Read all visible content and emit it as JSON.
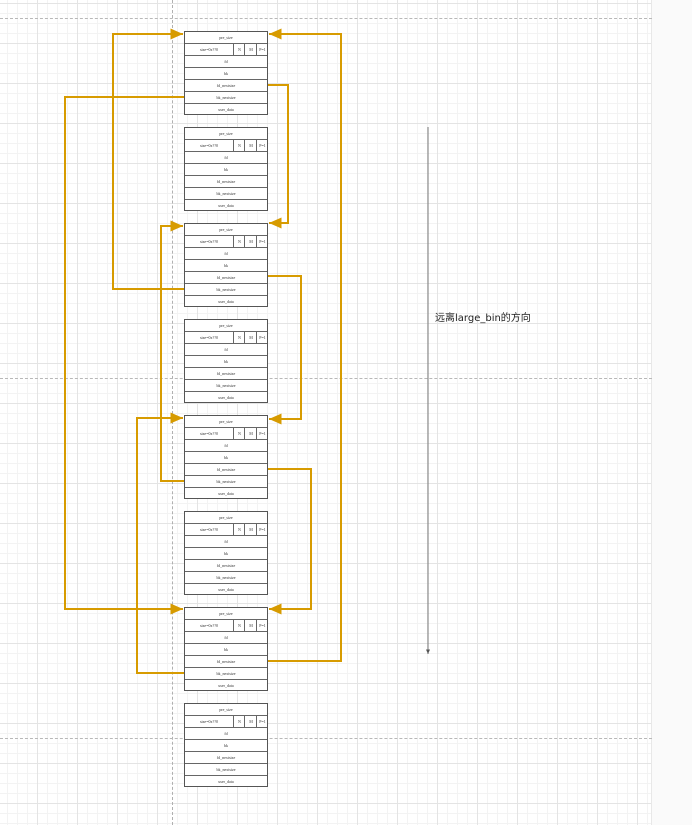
{
  "direction_label": "远离large_bin的方向",
  "chunks": [
    {
      "prev_size": "pre_size",
      "size": "size=0x??0",
      "flag_n": "N",
      "flag_m": "M",
      "flag_p": "P=1",
      "fd": "fd",
      "bk": "bk",
      "fd_nextsize": "fd_nextsize",
      "bk_nextsize": "bk_nextsize",
      "user_data": "user_data"
    },
    {
      "prev_size": "pre_size",
      "size": "size=0x??0",
      "flag_n": "N",
      "flag_m": "M",
      "flag_p": "P=1",
      "fd": "fd",
      "bk": "bk",
      "fd_nextsize": "fd_nextsize",
      "bk_nextsize": "bk_nextsize",
      "user_data": "user_data"
    },
    {
      "prev_size": "pre_size",
      "size": "size=0x??0",
      "flag_n": "N",
      "flag_m": "M",
      "flag_p": "P=1",
      "fd": "fd",
      "bk": "bk",
      "fd_nextsize": "fd_nextsize",
      "bk_nextsize": "bk_nextsize",
      "user_data": "user_data"
    },
    {
      "prev_size": "pre_size",
      "size": "size=0x??0",
      "flag_n": "N",
      "flag_m": "M",
      "flag_p": "P=1",
      "fd": "fd",
      "bk": "bk",
      "fd_nextsize": "fd_nextsize",
      "bk_nextsize": "bk_nextsize",
      "user_data": "user_data"
    },
    {
      "prev_size": "pre_size",
      "size": "size=0x??0",
      "flag_n": "N",
      "flag_m": "M",
      "flag_p": "P=1",
      "fd": "fd",
      "bk": "bk",
      "fd_nextsize": "fd_nextsize",
      "bk_nextsize": "bk_nextsize",
      "user_data": "user_data"
    },
    {
      "prev_size": "pre_size",
      "size": "size=0x??0",
      "flag_n": "N",
      "flag_m": "M",
      "flag_p": "P=1",
      "fd": "fd",
      "bk": "bk",
      "fd_nextsize": "fd_nextsize",
      "bk_nextsize": "bk_nextsize",
      "user_data": "user_data"
    },
    {
      "prev_size": "pre_size",
      "size": "size=0x??0",
      "flag_n": "N",
      "flag_m": "M",
      "flag_p": "P=1",
      "fd": "fd",
      "bk": "bk",
      "fd_nextsize": "fd_nextsize",
      "bk_nextsize": "bk_nextsize",
      "user_data": "user_data"
    },
    {
      "prev_size": "pre_size",
      "size": "size=0x??0",
      "flag_n": "N",
      "flag_m": "M",
      "flag_p": "P=1",
      "fd": "fd",
      "bk": "bk",
      "fd_nextsize": "fd_nextsize",
      "bk_nextsize": "bk_nextsize",
      "user_data": "user_data"
    }
  ],
  "connector_color": "#d79b00",
  "guide_color": "#b0b0b0"
}
